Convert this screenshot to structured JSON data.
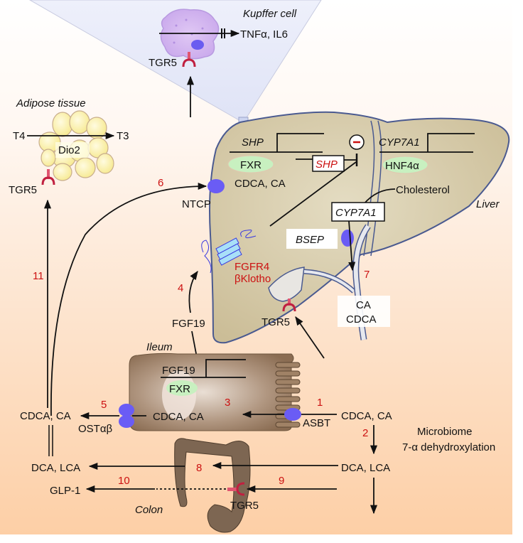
{
  "figure": {
    "title": "Bile acid enterohepatic circulation and signaling",
    "colors": {
      "background_top": "#ffffff",
      "background_bottom": "#fdd2aa",
      "liver_fill": "#d8ccaa",
      "liver_outline": "#4a5a90",
      "ileum_fill": "#9a7c62",
      "colon_fill": "#7d6652",
      "transporter": "#6a5cf5",
      "tgr5": "#e05570",
      "nuclear_receptor": "#c8f0c0",
      "step_number": "#cc1111",
      "cone_fill": "#e6e8f7"
    }
  },
  "kupffer": {
    "title": "Kupffer cell",
    "output": "TNFα, IL6",
    "receptor": "TGR5"
  },
  "adipose": {
    "title": "Adipose tissue",
    "input": "T4",
    "output": "T3",
    "enzyme": "Dio2",
    "receptor": "TGR5"
  },
  "liver": {
    "title": "Liver",
    "shp_gene": "SHP",
    "fxr": "FXR",
    "shp_protein": "SHP",
    "inhibit_symbol": "-",
    "cyp7a1_gene": "CYP7A1",
    "hnf4a": "HNF4α",
    "cholesterol": "Cholesterol",
    "cyp7a1_protein": "CYP7A1",
    "bsep": "BSEP",
    "bile_acids": "CDCA, CA",
    "ntcp": "NTCP",
    "fgfr4_line1": "FGFR4",
    "fgfr4_line2": "βKlotho",
    "gallbladder_receptor": "TGR5",
    "bile_out_line1": "CA",
    "bile_out_line2": "CDCA"
  },
  "ileum": {
    "title": "Ileum",
    "fgf19_gene": "FGF19",
    "fgf19_secreted": "FGF19",
    "fxr": "FXR",
    "bile_acids": "CDCA, CA",
    "asbt": "ASBT",
    "ost": "OSTαβ"
  },
  "intestine": {
    "lumen_primary": "CDCA, CA",
    "lumen_secondary": "DCA, LCA",
    "microbiome_line1": "Microbiome",
    "microbiome_line2": "7-α dehydroxylation",
    "portal_primary": "CDCA, CA",
    "portal_secondary": "DCA, LCA",
    "glp1": "GLP-1",
    "colon_title": "Colon",
    "colon_receptor": "TGR5"
  },
  "steps": [
    "1",
    "2",
    "3",
    "4",
    "5",
    "6",
    "7",
    "8",
    "9",
    "10",
    "11"
  ]
}
